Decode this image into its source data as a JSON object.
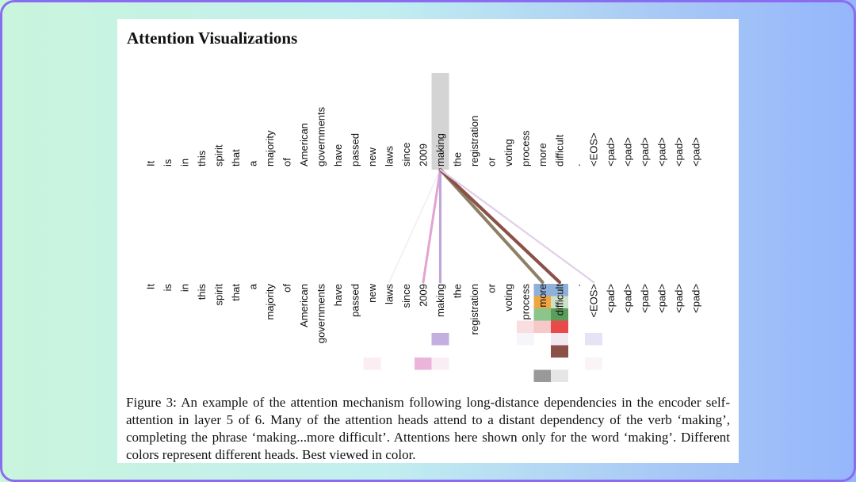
{
  "title": "Attention Visualizations",
  "tokens": [
    "It",
    "is",
    "in",
    "this",
    "spirit",
    "that",
    "a",
    "majority",
    "of",
    "American",
    "governments",
    "have",
    "passed",
    "new",
    "laws",
    "since",
    "2009",
    "making",
    "the",
    "registration",
    "or",
    "voting",
    "process",
    "more",
    "difficult",
    ".",
    "<EOS>",
    "<pad>",
    "<pad>",
    "<pad>",
    "<pad>",
    "<pad>",
    "<pad>"
  ],
  "highlight_token": "making",
  "highlight_color": "#d4d4d4",
  "heads": [
    {
      "color": "#f5b8d6"
    },
    {
      "color": "#b3a0d8"
    },
    {
      "color": "#f0a640"
    },
    {
      "color": "#5a9e5a"
    },
    {
      "color": "#e84a4a"
    },
    {
      "color": "#8b5a4a"
    },
    {
      "color": "#7d7d7d"
    },
    {
      "color": "#8fb0d8"
    }
  ],
  "links": [
    {
      "to": "laws",
      "head_color": "#f3eef0",
      "weight": 0.15
    },
    {
      "to": "2009",
      "head_color": "#e3a3d2",
      "weight": 0.6
    },
    {
      "to": "making",
      "head_color": "#c0a7da",
      "weight": 0.65
    },
    {
      "to": "more",
      "head_color": "#8e8066",
      "weight": 0.95
    },
    {
      "to": "difficult",
      "head_color": "#8b5148",
      "weight": 1.0
    },
    {
      "to": "<EOS>",
      "head_color": "#e0cfe8",
      "weight": 0.35
    }
  ],
  "weight_cells": [
    {
      "token": "more",
      "head": 0,
      "color": "#8fb0d8"
    },
    {
      "token": "difficult",
      "head": 0,
      "color": "#8fb0d8"
    },
    {
      "token": "more",
      "head": 1,
      "color": "#f0a640"
    },
    {
      "token": "difficult",
      "head": 1,
      "color": "#cfe0c8"
    },
    {
      "token": "more",
      "head": 2,
      "color": "#8bc58b"
    },
    {
      "token": "difficult",
      "head": 2,
      "color": "#5a9e5a"
    },
    {
      "token": "process",
      "head": 3,
      "color": "#f8dede"
    },
    {
      "token": "more",
      "head": 3,
      "color": "#f6c8c8"
    },
    {
      "token": "difficult",
      "head": 3,
      "color": "#e84a4a"
    },
    {
      "token": "making",
      "head": 4,
      "color": "#c4b0e0"
    },
    {
      "token": "process",
      "head": 4,
      "color": "#f7f4fa"
    },
    {
      "token": "difficult",
      "head": 4,
      "color": "#f1e8f1"
    },
    {
      "token": "<EOS>",
      "head": 4,
      "color": "#e6e3f5"
    },
    {
      "token": "difficult",
      "head": 5,
      "color": "#8b5148"
    },
    {
      "token": "new",
      "head": 6,
      "color": "#fbeef3"
    },
    {
      "token": "2009",
      "head": 6,
      "color": "#ecb4da"
    },
    {
      "token": "making",
      "head": 6,
      "color": "#f8eef4"
    },
    {
      "token": "<EOS>",
      "head": 6,
      "color": "#fbf4f7"
    },
    {
      "token": "more",
      "head": 7,
      "color": "#999999"
    },
    {
      "token": "difficult",
      "head": 7,
      "color": "#e6e6e6"
    }
  ],
  "caption": "Figure 3: An example of the attention mechanism following long-distance dependencies in the encoder self-attention in layer 5 of 6. Many of the attention heads attend to a distant dependency of the verb ‘making’, completing the phrase ‘making...more difficult’. Attentions here shown only for the word ‘making’. Different colors represent different heads. Best viewed in color."
}
